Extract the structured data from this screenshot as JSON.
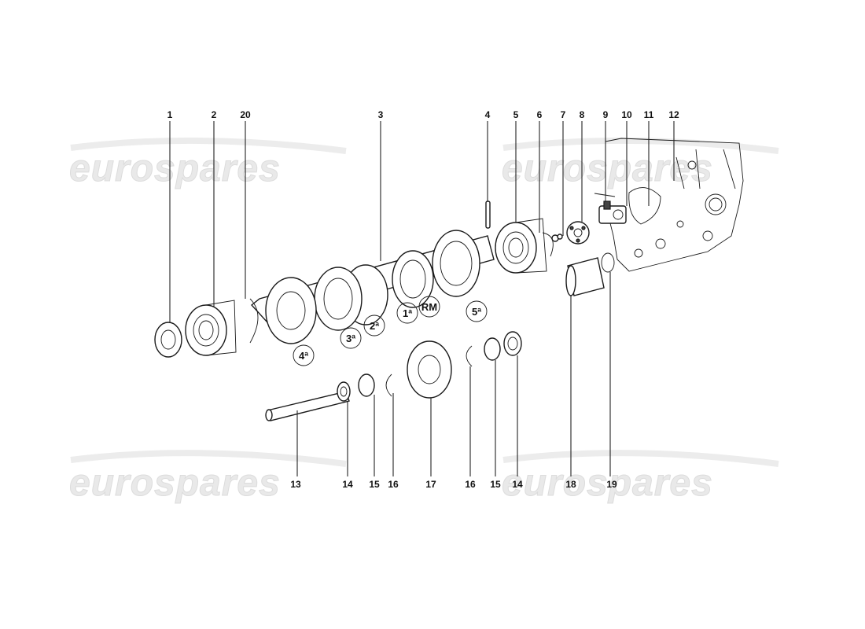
{
  "watermark": {
    "text": "eurospares"
  },
  "callouts": [
    {
      "id": "c1",
      "text": "1"
    },
    {
      "id": "c2",
      "text": "2"
    },
    {
      "id": "c20",
      "text": "20"
    },
    {
      "id": "c3",
      "text": "3"
    },
    {
      "id": "c4",
      "text": "4"
    },
    {
      "id": "c5",
      "text": "5"
    },
    {
      "id": "c6",
      "text": "6"
    },
    {
      "id": "c7",
      "text": "7"
    },
    {
      "id": "c8",
      "text": "8"
    },
    {
      "id": "c9",
      "text": "9"
    },
    {
      "id": "c10",
      "text": "10"
    },
    {
      "id": "c11",
      "text": "11"
    },
    {
      "id": "c12",
      "text": "12"
    },
    {
      "id": "c13",
      "text": "13"
    },
    {
      "id": "c14a",
      "text": "14"
    },
    {
      "id": "c15a",
      "text": "15"
    },
    {
      "id": "c16a",
      "text": "16"
    },
    {
      "id": "c17",
      "text": "17"
    },
    {
      "id": "c16b",
      "text": "16"
    },
    {
      "id": "c15b",
      "text": "15"
    },
    {
      "id": "c14b",
      "text": "14"
    },
    {
      "id": "c18",
      "text": "18"
    },
    {
      "id": "c19",
      "text": "19"
    }
  ],
  "gear_labels": [
    {
      "id": "g4",
      "text": "4ª"
    },
    {
      "id": "g3",
      "text": "3ª"
    },
    {
      "id": "g2",
      "text": "2ª"
    },
    {
      "id": "g1",
      "text": "1ª"
    },
    {
      "id": "grm",
      "text": "RM"
    },
    {
      "id": "g5",
      "text": "5ª"
    }
  ]
}
